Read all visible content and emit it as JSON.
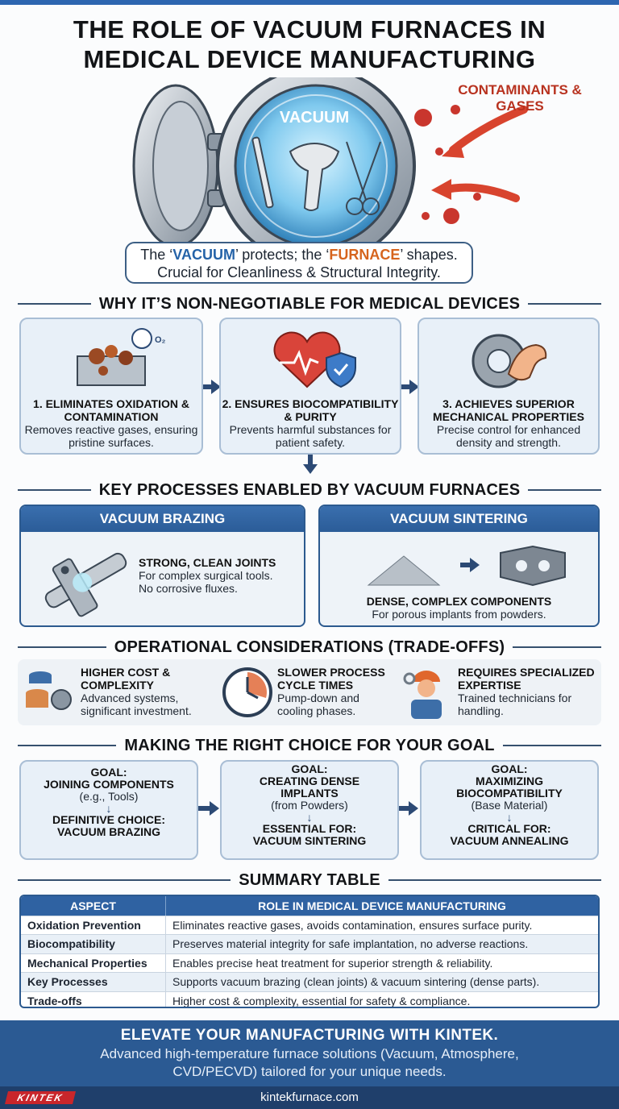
{
  "title": "THE ROLE OF VACUUM FURNACES IN MEDICAL DEVICE MANUFACTURING",
  "hero": {
    "vacuum_label": "VACUUM",
    "contaminants_label": "CONTAMINANTS & GASES",
    "tagline_prefix": "The ‘",
    "tagline_vacuum": "VACUUM",
    "tagline_mid": "’ protects; the ‘",
    "tagline_furnace": "FURNACE",
    "tagline_suffix": "’ shapes.",
    "tagline_line2": "Crucial for Cleanliness & Structural Integrity."
  },
  "why": {
    "heading": "WHY IT’S NON-NEGOTIABLE FOR MEDICAL DEVICES",
    "cards": [
      {
        "title": "1. ELIMINATES OXIDATION & CONTAMINATION",
        "desc": "Removes reactive gases, ensuring pristine surfaces.",
        "icon_text": "O₂"
      },
      {
        "title": "2. ENSURES BIOCOMPATIBILITY & PURITY",
        "desc": "Prevents harmful substances for patient safety."
      },
      {
        "title": "3. ACHIEVES SUPERIOR MECHANICAL PROPERTIES",
        "desc": "Precise control for enhanced density and strength."
      }
    ]
  },
  "processes": {
    "heading": "KEY PROCESSES ENABLED BY VACUUM FURNACES",
    "brazing": {
      "title": "VACUUM BRAZING",
      "head": "STRONG, CLEAN JOINTS",
      "line1": "For complex surgical tools.",
      "line2": "No corrosive fluxes."
    },
    "sintering": {
      "title": "VACUUM SINTERING",
      "head": "DENSE, COMPLEX COMPONENTS",
      "line1": "For porous implants from powders."
    }
  },
  "tradeoffs": {
    "heading": "OPERATIONAL CONSIDERATIONS (TRADE-OFFS)",
    "items": [
      {
        "title": "HIGHER COST & COMPLEXITY",
        "desc": "Advanced systems, significant investment."
      },
      {
        "title": "SLOWER PROCESS CYCLE TIMES",
        "desc": "Pump-down and cooling phases."
      },
      {
        "title": "REQUIRES SPECIALIZED EXPERTISE",
        "desc": "Trained technicians for handling."
      }
    ]
  },
  "goals": {
    "heading": "MAKING THE RIGHT CHOICE FOR YOUR GOAL",
    "cards": [
      {
        "goal": "GOAL:",
        "name": "JOINING COMPONENTS",
        "sub": "(e.g., Tools)",
        "choice": "DEFINITIVE CHOICE:",
        "process": "VACUUM BRAZING"
      },
      {
        "goal": "GOAL:",
        "name": "CREATING DENSE IMPLANTS",
        "sub": "(from Powders)",
        "choice": "ESSENTIAL FOR:",
        "process": "VACUUM SINTERING"
      },
      {
        "goal": "GOAL:",
        "name": "MAXIMIZING BIOCOMPATIBILITY",
        "sub": "(Base Material)",
        "choice": "CRITICAL FOR:",
        "process": "VACUUM ANNEALING"
      }
    ]
  },
  "summary": {
    "heading": "SUMMARY TABLE",
    "columns": [
      "ASPECT",
      "ROLE IN MEDICAL DEVICE MANUFACTURING"
    ],
    "rows": [
      [
        "Oxidation Prevention",
        "Eliminates reactive gases, avoids contamination, ensures surface purity."
      ],
      [
        "Biocompatibility",
        "Preserves material integrity for safe implantation, no adverse reactions."
      ],
      [
        "Mechanical Properties",
        "Enables precise heat treatment for superior strength & reliability."
      ],
      [
        "Key Processes",
        "Supports vacuum brazing (clean joints) & vacuum sintering (dense parts)."
      ],
      [
        "Trade-offs",
        "Higher cost & complexity, essential for safety & compliance."
      ]
    ]
  },
  "footer": {
    "headline": "ELEVATE YOUR MANUFACTURING WITH KINTEK.",
    "line1": "Advanced high-temperature furnace solutions (Vacuum, Atmosphere,",
    "line2": "CVD/PECVD) tailored for your unique needs.",
    "logo": "KINTEK",
    "website": "kintekfurnace.com"
  },
  "colors": {
    "accent": "#2b5a93",
    "contaminant": "#b8321f",
    "furnace_orange": "#d6641d"
  }
}
